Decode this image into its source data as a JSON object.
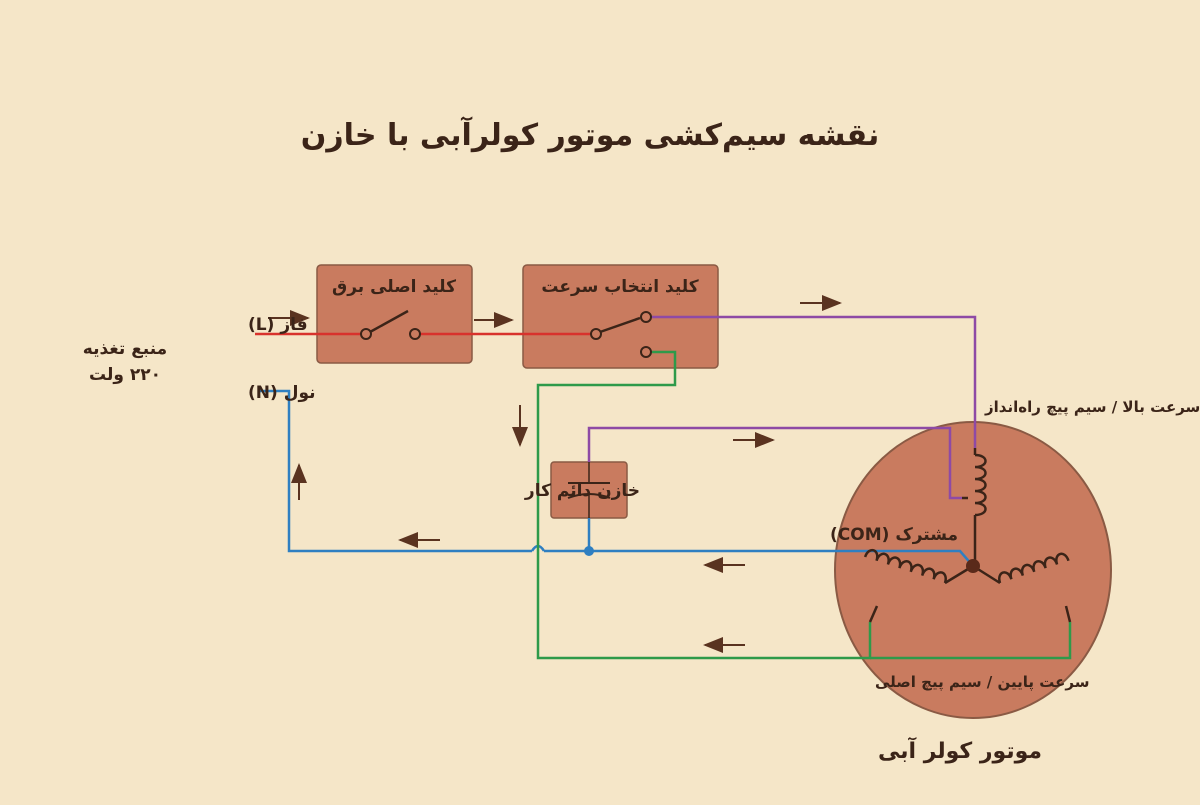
{
  "diagram": {
    "title": "نقشه سیم‌کشی موتور کولرآبی با خازن",
    "main_switch_label": "کلید اصلی برق",
    "speed_switch_label": "کلید انتخاب سرعت",
    "phase_label": "فاز (L)",
    "neutral_label": "نول (N)",
    "supply_label_line1": "منبع تغذیه",
    "supply_label_line2": "۲۲۰ ولت",
    "capacitor_label": "خازن دائم کار",
    "high_speed_label": "سرعت بالا / سیم پیچ راه‌انداز",
    "common_label": "مشترک (COM)",
    "low_speed_label": "سرعت پایین / سیم پیچ اصلی",
    "motor_label": "موتور کولر آبی"
  },
  "colors": {
    "background": "#f5e6c8",
    "box_fill": "#c97b5f",
    "box_stroke": "#8a5a44",
    "motor_fill": "#c97b5f",
    "phase_wire": "#d8322c",
    "neutral_wire": "#2f7fc1",
    "high_speed_wire": "#8e4aa5",
    "low_speed_wire": "#2e9a4a",
    "arrow": "#5a3320",
    "text": "#3b2418"
  }
}
